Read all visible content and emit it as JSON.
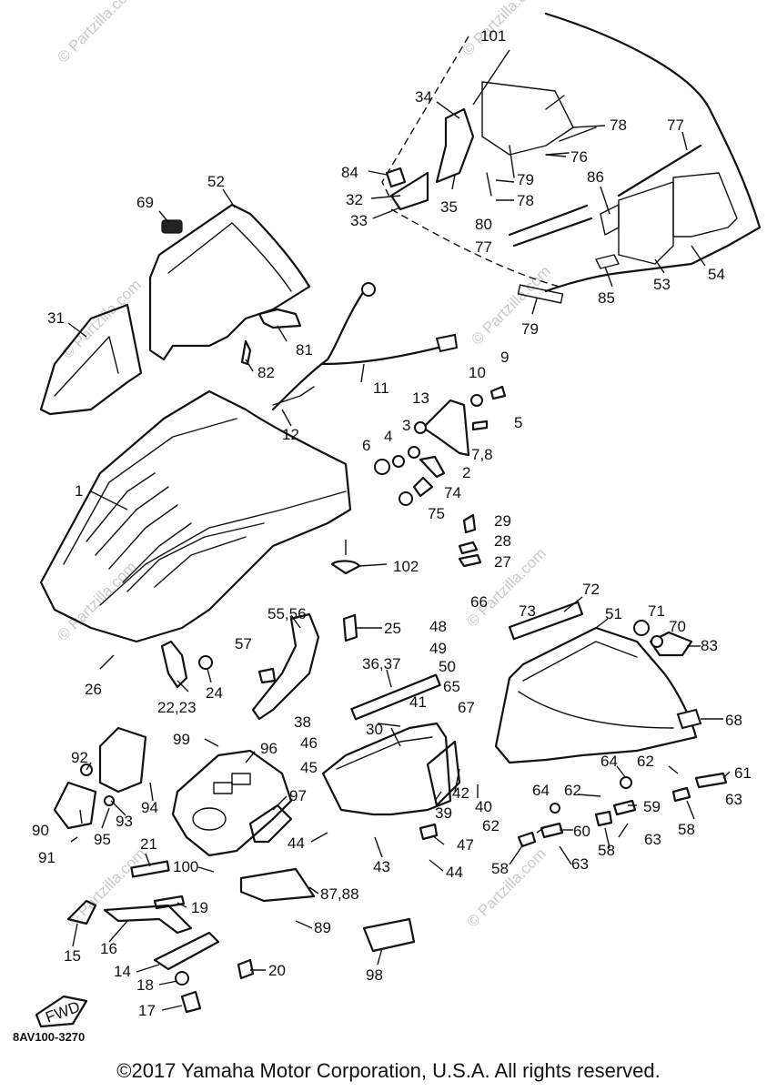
{
  "diagram": {
    "code": "8AV100-3270",
    "copyright": "©2017 Yamaha Motor Corporation, U.S.A. All rights reserved.",
    "watermark": "© Partzilla.com",
    "fwd_label": "FWD",
    "callouts": [
      {
        "id": "c-101",
        "text": "101"
      },
      {
        "id": "c-34",
        "text": "34"
      },
      {
        "id": "c-78a",
        "text": "78"
      },
      {
        "id": "c-77a",
        "text": "77"
      },
      {
        "id": "c-76",
        "text": "76"
      },
      {
        "id": "c-79a",
        "text": "79"
      },
      {
        "id": "c-84",
        "text": "84"
      },
      {
        "id": "c-86",
        "text": "86"
      },
      {
        "id": "c-32",
        "text": "32"
      },
      {
        "id": "c-78b",
        "text": "78"
      },
      {
        "id": "c-33",
        "text": "33"
      },
      {
        "id": "c-35",
        "text": "35"
      },
      {
        "id": "c-80",
        "text": "80"
      },
      {
        "id": "c-77b",
        "text": "77"
      },
      {
        "id": "c-54",
        "text": "54"
      },
      {
        "id": "c-53",
        "text": "53"
      },
      {
        "id": "c-85",
        "text": "85"
      },
      {
        "id": "c-79b",
        "text": "79"
      },
      {
        "id": "c-52",
        "text": "52"
      },
      {
        "id": "c-69",
        "text": "69"
      },
      {
        "id": "c-31",
        "text": "31"
      },
      {
        "id": "c-81",
        "text": "81"
      },
      {
        "id": "c-82",
        "text": "82"
      },
      {
        "id": "c-9",
        "text": "9"
      },
      {
        "id": "c-10",
        "text": "10"
      },
      {
        "id": "c-11",
        "text": "11"
      },
      {
        "id": "c-13",
        "text": "13"
      },
      {
        "id": "c-5",
        "text": "5"
      },
      {
        "id": "c-12",
        "text": "12"
      },
      {
        "id": "c-3",
        "text": "3"
      },
      {
        "id": "c-4",
        "text": "4"
      },
      {
        "id": "c-6",
        "text": "6"
      },
      {
        "id": "c-78c",
        "text": "7,8"
      },
      {
        "id": "c-2",
        "text": "2"
      },
      {
        "id": "c-1",
        "text": "1"
      },
      {
        "id": "c-74",
        "text": "74"
      },
      {
        "id": "c-75",
        "text": "75"
      },
      {
        "id": "c-29",
        "text": "29"
      },
      {
        "id": "c-28",
        "text": "28"
      },
      {
        "id": "c-27",
        "text": "27"
      },
      {
        "id": "c-102",
        "text": "102"
      },
      {
        "id": "c-72",
        "text": "72"
      },
      {
        "id": "c-66",
        "text": "66"
      },
      {
        "id": "c-73",
        "text": "73"
      },
      {
        "id": "c-51",
        "text": "51"
      },
      {
        "id": "c-71",
        "text": "71"
      },
      {
        "id": "c-70",
        "text": "70"
      },
      {
        "id": "c-5556",
        "text": "55,56"
      },
      {
        "id": "c-25",
        "text": "25"
      },
      {
        "id": "c-48",
        "text": "48"
      },
      {
        "id": "c-49",
        "text": "49"
      },
      {
        "id": "c-83",
        "text": "83"
      },
      {
        "id": "c-57",
        "text": "57"
      },
      {
        "id": "c-3637",
        "text": "36,37"
      },
      {
        "id": "c-50",
        "text": "50"
      },
      {
        "id": "c-65",
        "text": "65"
      },
      {
        "id": "c-26",
        "text": "26"
      },
      {
        "id": "c-24",
        "text": "24"
      },
      {
        "id": "c-67",
        "text": "67"
      },
      {
        "id": "c-2223",
        "text": "22,23"
      },
      {
        "id": "c-41",
        "text": "41"
      },
      {
        "id": "c-38",
        "text": "38"
      },
      {
        "id": "c-68",
        "text": "68"
      },
      {
        "id": "c-99",
        "text": "99"
      },
      {
        "id": "c-46",
        "text": "46"
      },
      {
        "id": "c-30",
        "text": "30"
      },
      {
        "id": "c-92",
        "text": "92"
      },
      {
        "id": "c-96",
        "text": "96"
      },
      {
        "id": "c-45",
        "text": "45"
      },
      {
        "id": "c-64a",
        "text": "64"
      },
      {
        "id": "c-62a",
        "text": "62"
      },
      {
        "id": "c-61",
        "text": "61"
      },
      {
        "id": "c-42",
        "text": "42"
      },
      {
        "id": "c-64b",
        "text": "64"
      },
      {
        "id": "c-62b",
        "text": "62"
      },
      {
        "id": "c-63a",
        "text": "63"
      },
      {
        "id": "c-94",
        "text": "94"
      },
      {
        "id": "c-97",
        "text": "97"
      },
      {
        "id": "c-40",
        "text": "40"
      },
      {
        "id": "c-59",
        "text": "59"
      },
      {
        "id": "c-93",
        "text": "93"
      },
      {
        "id": "c-39",
        "text": "39"
      },
      {
        "id": "c-58a",
        "text": "58"
      },
      {
        "id": "c-90",
        "text": "90"
      },
      {
        "id": "c-95",
        "text": "95"
      },
      {
        "id": "c-62c",
        "text": "62"
      },
      {
        "id": "c-60",
        "text": "60"
      },
      {
        "id": "c-63b",
        "text": "63"
      },
      {
        "id": "c-44a",
        "text": "44"
      },
      {
        "id": "c-47",
        "text": "47"
      },
      {
        "id": "c-58b",
        "text": "58"
      },
      {
        "id": "c-91",
        "text": "91"
      },
      {
        "id": "c-21",
        "text": "21"
      },
      {
        "id": "c-43",
        "text": "43"
      },
      {
        "id": "c-58c",
        "text": "58"
      },
      {
        "id": "c-63c",
        "text": "63"
      },
      {
        "id": "c-100",
        "text": "100"
      },
      {
        "id": "c-44b",
        "text": "44"
      },
      {
        "id": "c-8788",
        "text": "87,88"
      },
      {
        "id": "c-19",
        "text": "19"
      },
      {
        "id": "c-89",
        "text": "89"
      },
      {
        "id": "c-15",
        "text": "15"
      },
      {
        "id": "c-16",
        "text": "16"
      },
      {
        "id": "c-98",
        "text": "98"
      },
      {
        "id": "c-14",
        "text": "14"
      },
      {
        "id": "c-20",
        "text": "20"
      },
      {
        "id": "c-18",
        "text": "18"
      },
      {
        "id": "c-17",
        "text": "17"
      }
    ]
  }
}
